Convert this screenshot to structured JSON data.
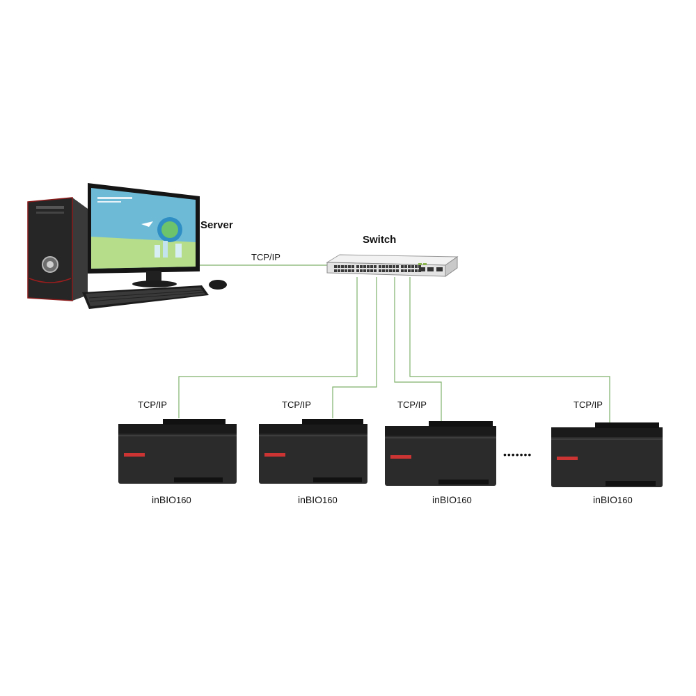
{
  "diagram": {
    "server_label": "Server",
    "switch_label": "Switch",
    "link_label": "TCP/IP",
    "controllers": [
      {
        "link_label": "TCP/IP",
        "model_prefix": "inBIO",
        "model_number": "160"
      },
      {
        "link_label": "TCP/IP",
        "model_prefix": "inBIO",
        "model_number": "160"
      },
      {
        "link_label": "TCP/IP",
        "model_prefix": "inBIO",
        "model_number": "160"
      },
      {
        "link_label": "TCP/IP",
        "model_prefix": "inBIO",
        "model_number": "160"
      }
    ],
    "ellipsis": "•••••••",
    "colors": {
      "link_green": "#7fb26a",
      "device_body": "#2b2b2b",
      "switch_body": "#e6e6e6"
    }
  }
}
